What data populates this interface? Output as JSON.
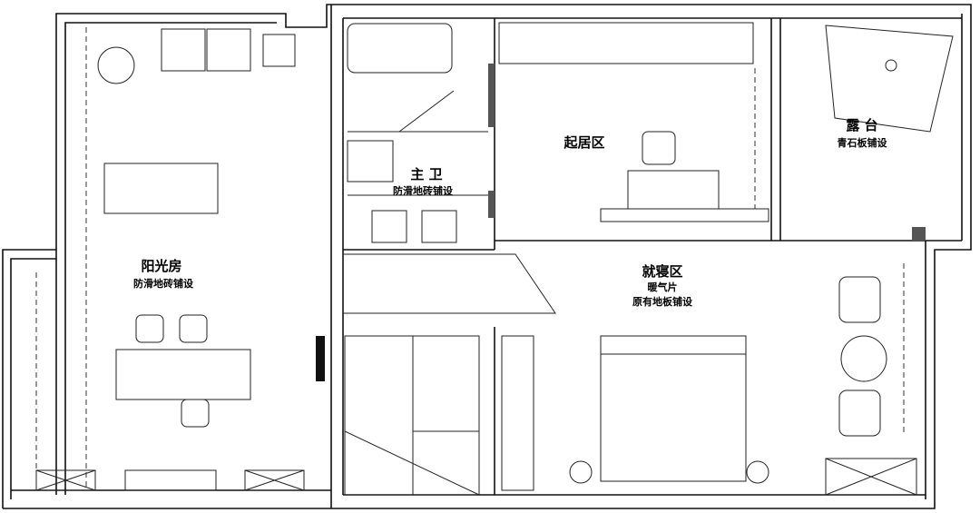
{
  "rooms": {
    "sunroom": {
      "name": "阳光房",
      "floor": "防滑地砖铺设"
    },
    "master_bath": {
      "name": "主 卫",
      "floor": "防滑地砖铺设"
    },
    "living": {
      "name": "起居区"
    },
    "terrace": {
      "name": "露 台",
      "floor": "青石板铺设"
    },
    "sleeping": {
      "name": "就寝区",
      "note": "暖气片",
      "floor": "原有地板铺设"
    }
  }
}
